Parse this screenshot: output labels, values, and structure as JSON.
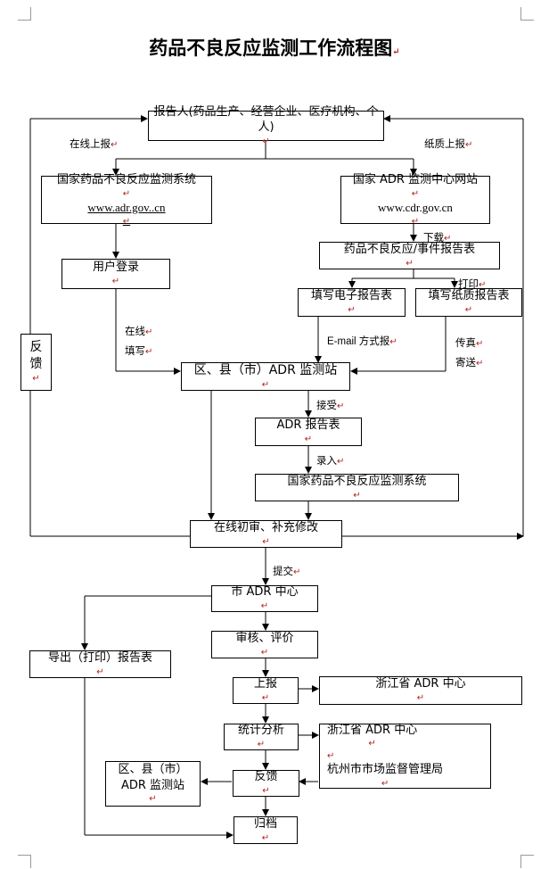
{
  "title": "药品不良反应监测工作流程图",
  "boxes": {
    "reporter": "报告人(药品生产、经营企业、医疗机构、个人)",
    "national_system": "国家药品不良反应监测系统",
    "national_system_url": "www.adr.gov..cn",
    "national_adr_site": "国家 ADR 监测中心网站",
    "national_adr_site_url": "www.cdr.gov.cn",
    "event_form": "药品不良反应/事件报告表",
    "user_login": "用户登录",
    "fill_electronic": "填写电子报告表",
    "fill_paper": "填写纸质报告表",
    "feedback_left": "反馈",
    "district_station": "区、县（市）ADR 监测站",
    "adr_report_form": "ADR 报告表",
    "national_system_2": "国家药品不良反应监测系统",
    "online_review": "在线初审、补充修改",
    "city_adr_center": "市 ADR 中心",
    "review_evaluate": "审核、评价",
    "export_print": "导出（打印）报告表",
    "report_up": "上报",
    "zhejiang_center": "浙江省 ADR 中心",
    "statistics": "统计分析",
    "zhejiang_center_2": "浙江省 ADR 中心",
    "hangzhou_bureau": "杭州市市场监督管理局",
    "district_station_2_line1": "区、县（市）",
    "district_station_2_line2": "ADR 监测站",
    "feedback": "反馈",
    "archive": "归档"
  },
  "labels": {
    "online_report": "在线上报",
    "paper_report": "纸质上报",
    "download": "下载",
    "print": "打印",
    "online_line1": "在线",
    "online_line2": "填写",
    "email_report": "E-mail 方式报",
    "fax_line1": "传真",
    "fax_line2": "寄送",
    "receive": "接受",
    "enter": "录入",
    "submit": "提交"
  },
  "para_mark": "↵"
}
